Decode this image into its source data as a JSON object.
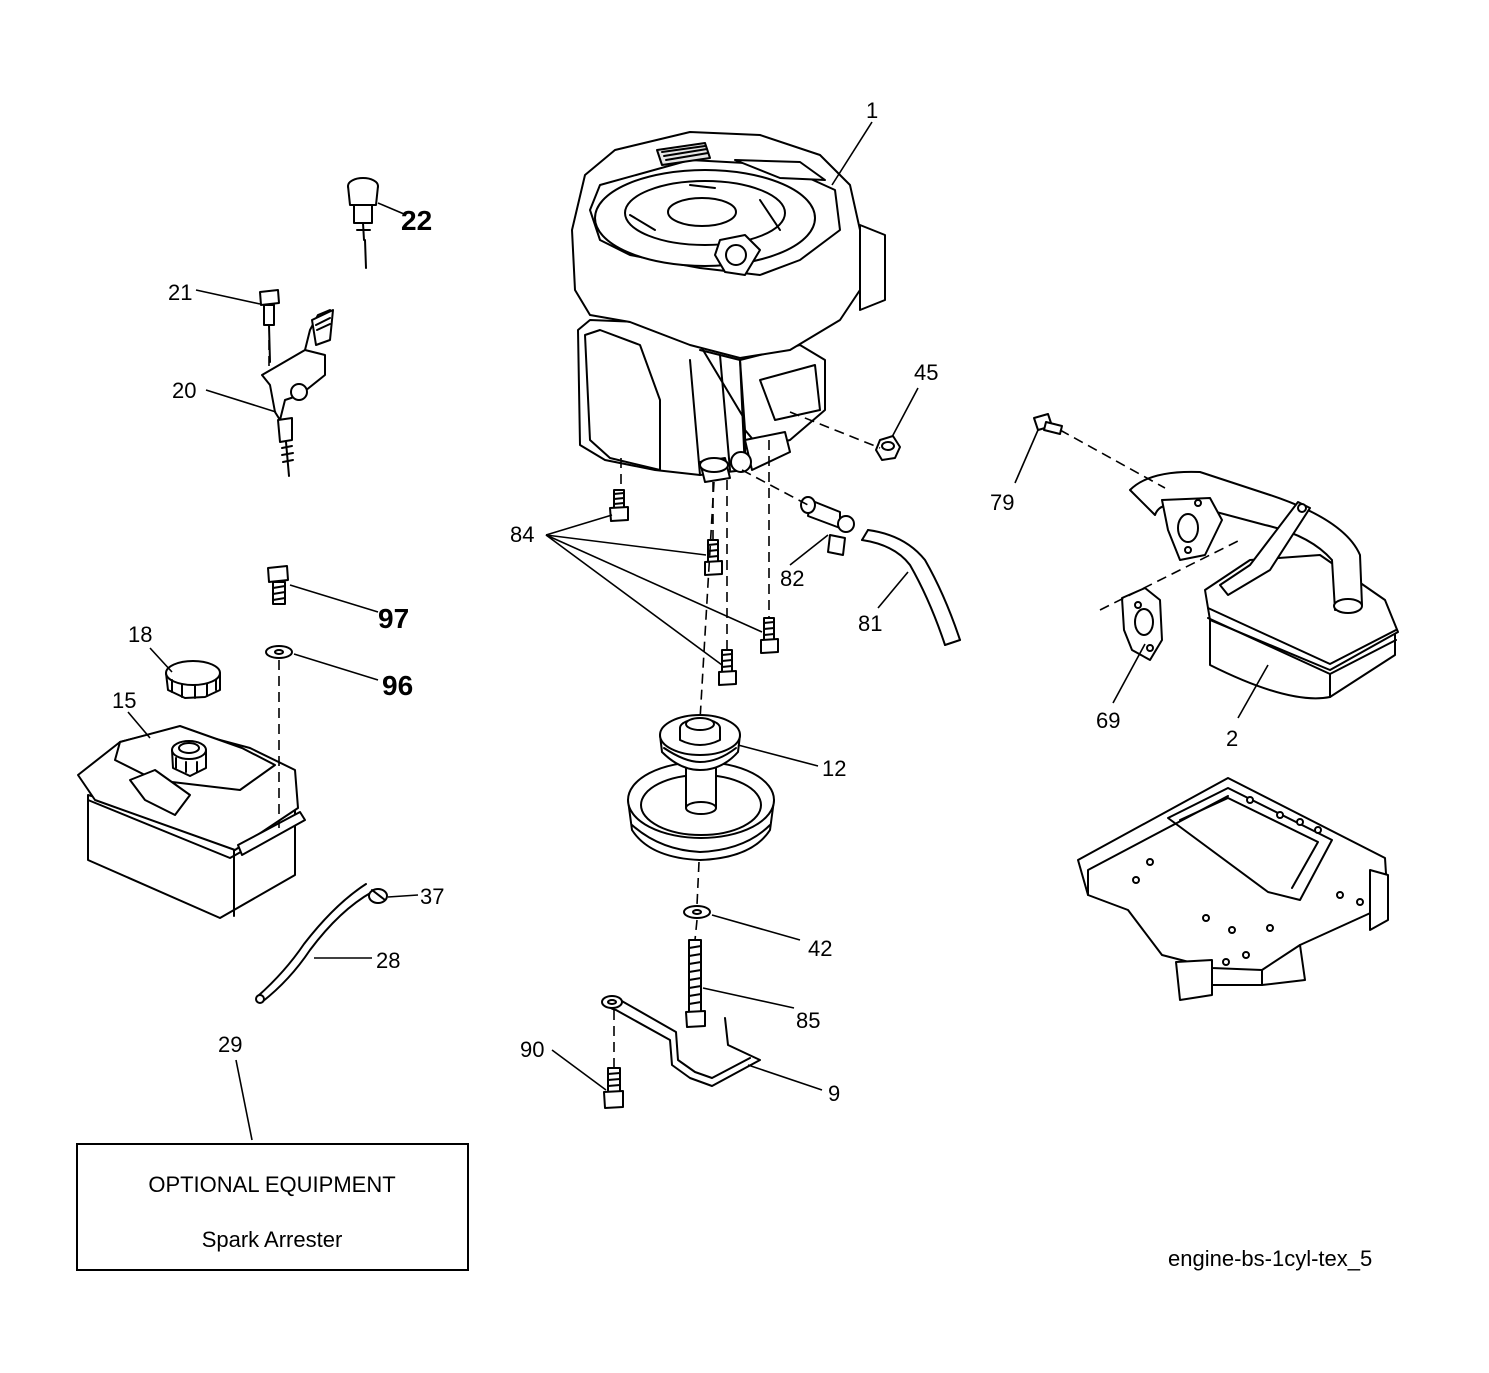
{
  "callouts": {
    "c1": "1",
    "c2": "2",
    "c9": "9",
    "c12": "12",
    "c15": "15",
    "c18": "18",
    "c20": "20",
    "c21": "21",
    "c22": "22",
    "c28": "28",
    "c29": "29",
    "c37": "37",
    "c42": "42",
    "c45": "45",
    "c69": "69",
    "c79": "79",
    "c81": "81",
    "c82": "82",
    "c84": "84",
    "c85": "85",
    "c90": "90",
    "c96": "96",
    "c97": "97"
  },
  "optional_box": {
    "line1": "OPTIONAL EQUIPMENT",
    "line2": "Spark Arrester"
  },
  "reference": "engine-bs-1cyl-tex_5"
}
